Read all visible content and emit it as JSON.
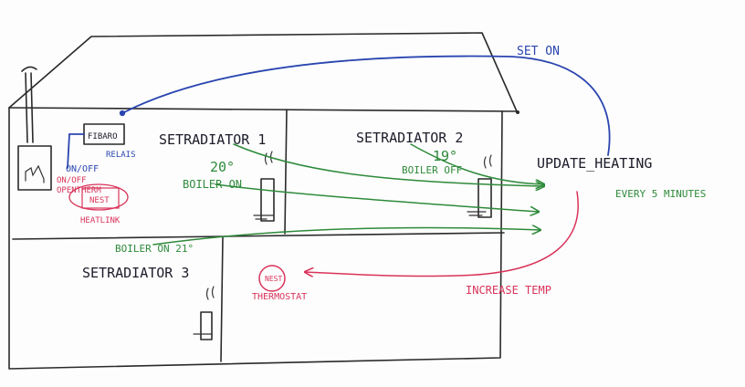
{
  "nodes": {
    "set_on": "SET ON",
    "fibaro": "FIBARO",
    "relais": "RELAIS",
    "on_off_top": "ON/OFF",
    "on_off_opentherm": "ON/OFF\nOPENTHERM",
    "nest_small": "NEST",
    "heatlink": "HEATLINK",
    "setradiator_1": "SETRADIATOR 1",
    "setradiator_2": "SETRADIATOR 2",
    "setradiator_3": "SETRADIATOR 3",
    "temp_1": "20°",
    "boiler_on_1": "BOILER ON",
    "temp_2": "19°",
    "boiler_off_2": "BOILER OFF",
    "boiler_on_3": "BOILER ON 21°",
    "nest_thermostat": "NEST",
    "thermostat": "THERMOSTAT",
    "update_heating": "UPDATE_HEATING",
    "every_5_minutes": "EVERY 5 MINUTES",
    "increase_temp": "INCREASE TEMP"
  },
  "colors": {
    "ink": "#2a2a2a",
    "green": "#2e8a3a",
    "red": "#d9345a",
    "blue": "#2a45b0"
  }
}
